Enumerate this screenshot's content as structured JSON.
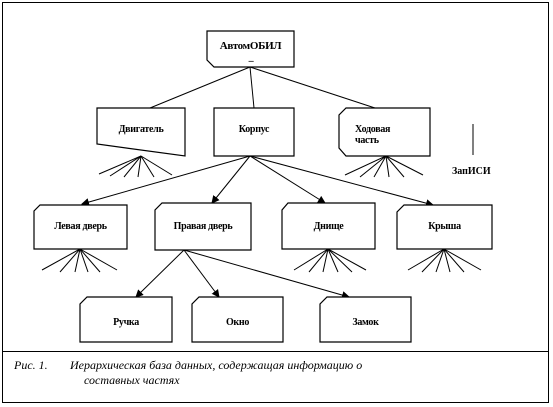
{
  "nodes": {
    "root": "АвтомОБИЛ",
    "root_mark": "_",
    "engine": "Двигатель",
    "body": "Корпус",
    "chassis": "Ходовая часть",
    "left_door": "Левая дверь",
    "right_door": "Правая дверь",
    "bottom": "Днище",
    "roof": "Крыша",
    "handle": "Ручка",
    "window": "Окно",
    "lock": "Замок"
  },
  "side_note": "ЗапИСИ",
  "caption": {
    "number": "Рис. 1.",
    "line1": "Иерархическая база данных, содержащая информацию о",
    "line2": "составных частях"
  }
}
